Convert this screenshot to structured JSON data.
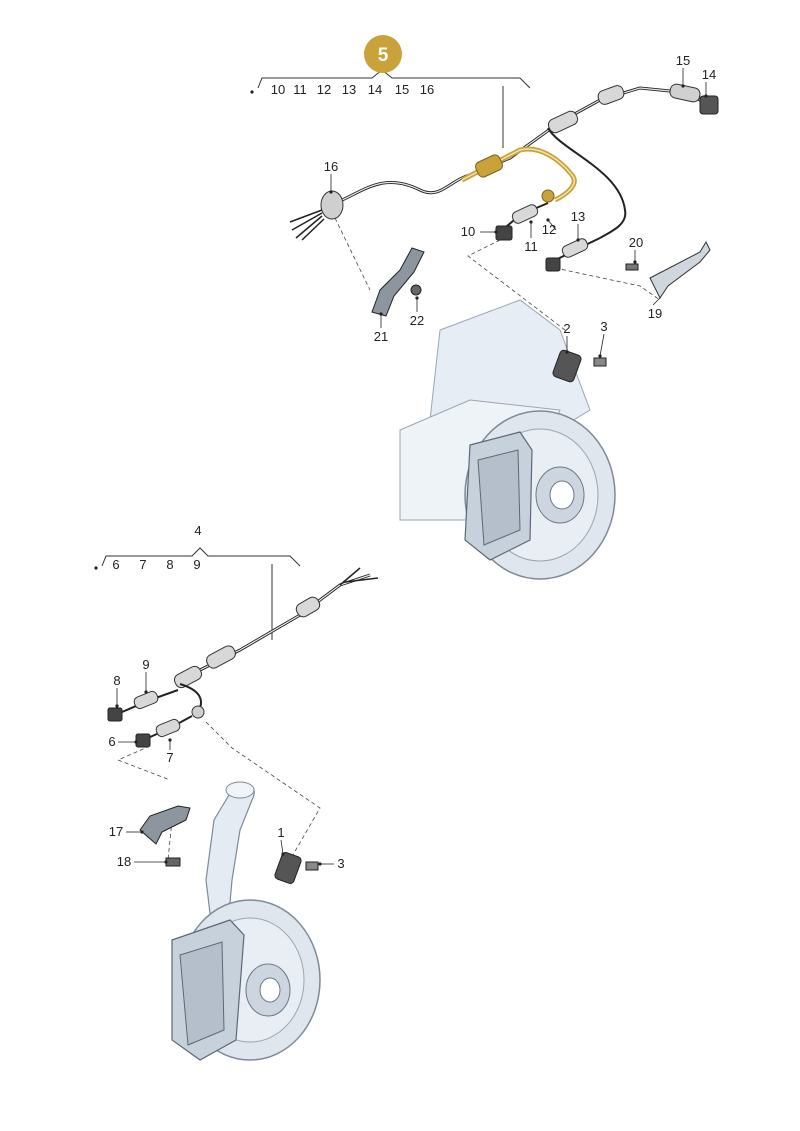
{
  "diagram": {
    "badge": "5",
    "group_rear": {
      "items": [
        "10",
        "11",
        "12",
        "13",
        "14",
        "15",
        "16"
      ]
    },
    "group_front": {
      "title": "4",
      "items": [
        "6",
        "7",
        "8",
        "9"
      ]
    },
    "callouts": {
      "c1": "1",
      "c2": "2",
      "c3a": "3",
      "c3b": "3",
      "c6": "6",
      "c7": "7",
      "c8": "8",
      "c9": "9",
      "c10": "10",
      "c11": "11",
      "c12": "12",
      "c13": "13",
      "c14": "14",
      "c15": "15",
      "c16": "16",
      "c17": "17",
      "c18": "18",
      "c19": "19",
      "c20": "20",
      "c21": "21",
      "c22": "22"
    },
    "colors": {
      "highlight": "#C9A23A",
      "line": "#333333",
      "metal": "#dfe6ee",
      "metal_dark": "#aeb8c4"
    }
  }
}
